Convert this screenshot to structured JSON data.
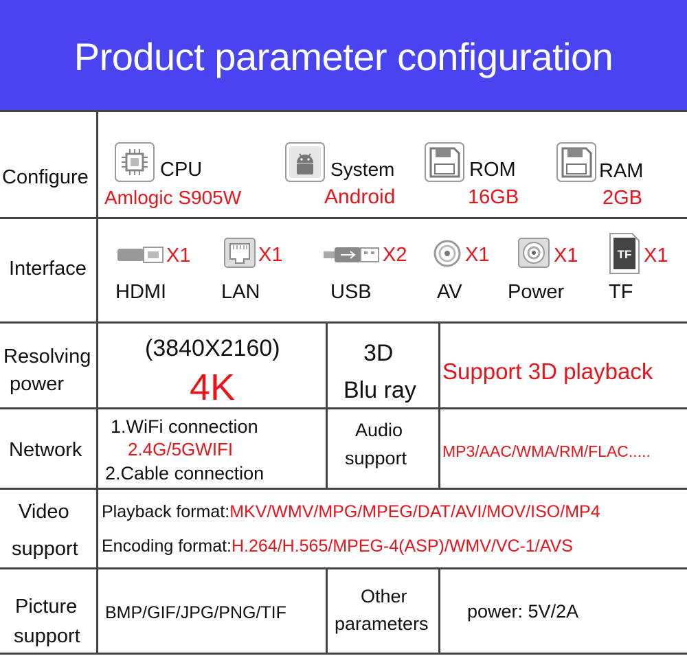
{
  "header": {
    "title": "Product parameter configuration"
  },
  "colors": {
    "header_bg": "#4a43f0",
    "accent_red": "#e8141a",
    "grid": "#444444"
  },
  "configure": {
    "label": "Configure",
    "items": [
      {
        "icon": "cpu-chip-icon",
        "name": "CPU",
        "value": "Amlogic S905W"
      },
      {
        "icon": "android-system-icon",
        "name": "System",
        "value": "Android"
      },
      {
        "icon": "floppy-disk-icon",
        "name": "ROM",
        "value": "16GB"
      },
      {
        "icon": "floppy-disk-icon",
        "name": "RAM",
        "value": "2GB"
      }
    ]
  },
  "interface": {
    "label": "Interface",
    "ports": [
      {
        "icon": "hdmi-port-icon",
        "count": "X1",
        "name": "HDMI"
      },
      {
        "icon": "lan-port-icon",
        "count": "X1",
        "name": "LAN"
      },
      {
        "icon": "usb-port-icon",
        "count": "X2",
        "name": "USB"
      },
      {
        "icon": "av-port-icon",
        "count": "X1",
        "name": "AV"
      },
      {
        "icon": "power-port-icon",
        "count": "X1",
        "name": "Power"
      },
      {
        "icon": "tf-card-icon",
        "count": "X1",
        "name": "TF"
      }
    ]
  },
  "resolving": {
    "label_line1": "Resolving",
    "label_line2": "power",
    "resolution": "(3840X2160)",
    "k": "4K",
    "three_d_line1": "3D",
    "three_d_line2": "Blu ray",
    "support": "Support 3D playback"
  },
  "network": {
    "label": "Network",
    "line1": "1.WiFi connection",
    "line2": "2.4G/5GWIFI",
    "line3": "2.Cable connection",
    "audio_line1": "Audio",
    "audio_line2": "support",
    "audio_formats": "MP3/AAC/WMA/RM/FLAC....."
  },
  "video": {
    "label_line1": "Video",
    "label_line2": "support",
    "playback_label": "Playback format:",
    "playback_value": "MKV/WMV/MPG/MPEG/DAT/AVI/MOV/ISO/MP4",
    "encoding_label": "Encoding format:",
    "encoding_value": "H.264/H.565/MPEG-4(ASP)/WMV/VC-1/AVS"
  },
  "picture": {
    "label_line1": "Picture",
    "label_line2": "support",
    "formats": "BMP/GIF/JPG/PNG/TIF",
    "other_line1": "Other",
    "other_line2": "parameters",
    "power": "power: 5V/2A"
  }
}
